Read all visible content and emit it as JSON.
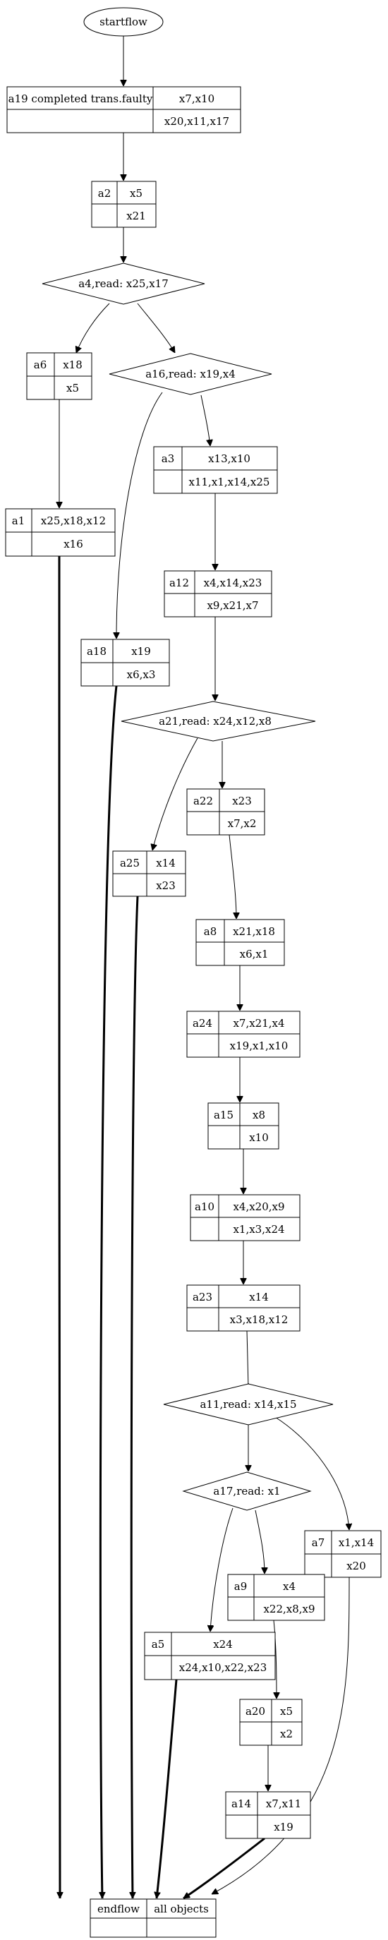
{
  "diagram": {
    "start": {
      "label": "startflow"
    },
    "nodes": {
      "a19": {
        "id": "a19 completed trans.faulty",
        "top": "x7,x10",
        "bottom": "x20,x11,x17"
      },
      "a2": {
        "id": "a2",
        "top": "x5",
        "bottom": "x21"
      },
      "a4": {
        "label": "a4,read: x25,x17"
      },
      "a6": {
        "id": "a6",
        "top": "x18",
        "bottom": "x5"
      },
      "a16": {
        "label": "a16,read: x19,x4"
      },
      "a3": {
        "id": "a3",
        "top": "x13,x10",
        "bottom": "x11,x1,x14,x25"
      },
      "a1": {
        "id": "a1",
        "top": "x25,x18,x12",
        "bottom": "x16"
      },
      "a12": {
        "id": "a12",
        "top": "x4,x14,x23",
        "bottom": "x9,x21,x7"
      },
      "a18": {
        "id": "a18",
        "top": "x19",
        "bottom": "x6,x3"
      },
      "a21": {
        "label": "a21,read: x24,x12,x8"
      },
      "a22": {
        "id": "a22",
        "top": "x23",
        "bottom": "x7,x2"
      },
      "a25": {
        "id": "a25",
        "top": "x14",
        "bottom": "x23"
      },
      "a8": {
        "id": "a8",
        "top": "x21,x18",
        "bottom": "x6,x1"
      },
      "a24": {
        "id": "a24",
        "top": "x7,x21,x4",
        "bottom": "x19,x1,x10"
      },
      "a15": {
        "id": "a15",
        "top": "x8",
        "bottom": "x10"
      },
      "a10": {
        "id": "a10",
        "top": "x4,x20,x9",
        "bottom": "x1,x3,x24"
      },
      "a23": {
        "id": "a23",
        "top": "x14",
        "bottom": "x3,x18,x12"
      },
      "a11": {
        "label": "a11,read: x14,x15"
      },
      "a17": {
        "label": "a17,read: x1"
      },
      "a7": {
        "id": "a7",
        "top": "x1,x14",
        "bottom": "x20"
      },
      "a9": {
        "id": "a9",
        "top": "x4",
        "bottom": "x22,x8,x9"
      },
      "a5": {
        "id": "a5",
        "top": "x24",
        "bottom": "x24,x10,x22,x23"
      },
      "a20": {
        "id": "a20",
        "top": "x5",
        "bottom": "x2"
      },
      "a14": {
        "id": "a14",
        "top": "x7,x11",
        "bottom": "x19"
      }
    },
    "end": {
      "left": "endflow",
      "right": "all objects"
    }
  }
}
